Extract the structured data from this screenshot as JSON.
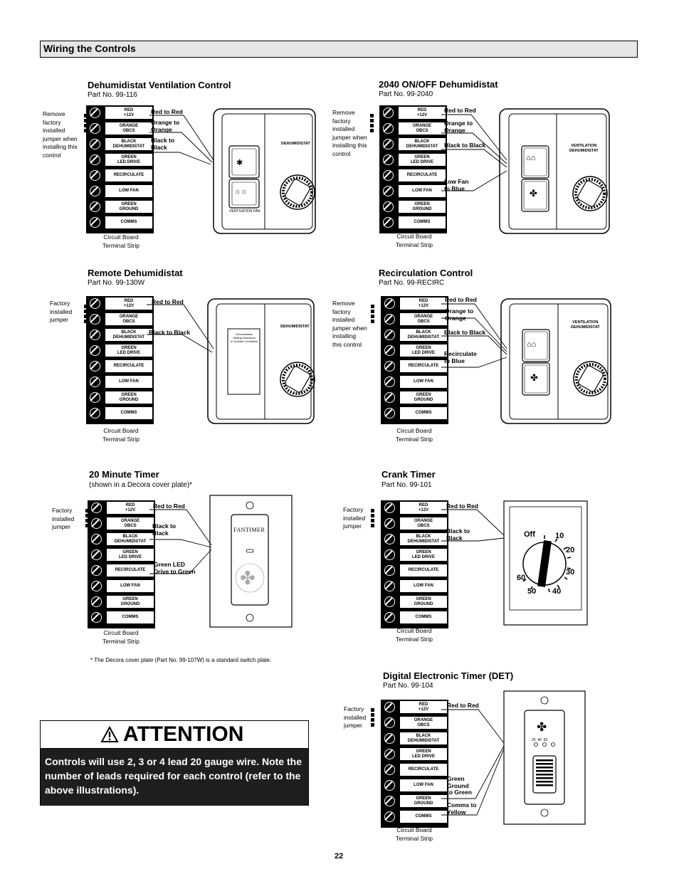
{
  "section": {
    "title": "Wiring the Controls"
  },
  "terminals": [
    "RED\n+12V",
    "ORANGE\nOBCS",
    "BLACK\nDEHUMIDISTAT",
    "GREEN\nLED DRIVE",
    "RECIRCULATE",
    "LOW FAN",
    "GREEN\nGROUND",
    "COMMS"
  ],
  "strip_caption": "Circuit Board\nTerminal Strip",
  "panels": {
    "dvc": {
      "title": "Dehumidistat Ventilation Control",
      "part": "Part No. 99-116",
      "note": "Remove\nfactory\ninstalled\njumper when\ninstalling this\ncontrol",
      "labels": [
        "Red to Red",
        "Orange to\nOrange",
        "Black to\nBlack"
      ],
      "face": "DEHUMIDISTAT",
      "switch_caption": "VENTILATION FAN"
    },
    "onoff": {
      "title": "2040 ON/OFF Dehumidistat",
      "part": "Part No. 99-2040",
      "note": "Remove\nfactory\ninstalled\njumper when\ninstalling this\ncontrol",
      "labels": [
        "Red to Red",
        "Orange to\nOrange",
        "Black to Black",
        "Low Fan\nto Blue"
      ],
      "face": "VENTILATION\nDEHUMIDISTAT"
    },
    "remote": {
      "title": "Remote Dehumidistat",
      "part": "Part No. 99-130W",
      "note": "Factory\ninstalled\njumper",
      "labels": [
        "Red to Red",
        "Black to Black"
      ],
      "face": "DEHUMIDISTAT",
      "card": "Dehumidistat\nSetting Directions\nto Outside Conditions"
    },
    "recirc": {
      "title": "Recirculation Control",
      "part": "Part No. 99-RECIRC",
      "note": "Remove\nfactory\ninstalled\njumper when\ninstalling\nthis control",
      "labels": [
        "Red to Red",
        "Orange to\nOrange",
        "Black to Black",
        "Recirculate\nto Blue"
      ],
      "face": "VENTILATION\nDEHUMIDISTAT"
    },
    "timer20": {
      "title": "20 Minute Timer",
      "part": "(shown in a Decora cover plate)*",
      "note": "Factory\ninstalled\njumper",
      "labels": [
        "Red to Red",
        "Black to\nBlack",
        "Green LED\nDrive to Green"
      ],
      "brand": "FANTIMER"
    },
    "crank": {
      "title": "Crank Timer",
      "part": "Part No. 99-101",
      "note": "Factory\ninstalled\njumper",
      "labels": [
        "Red to Red",
        "Black to\nBlack"
      ],
      "dial": {
        "off": "Off",
        "n10": "10",
        "n20": "20",
        "n30": "30",
        "n40": "40",
        "n50": "50",
        "n60": "60"
      }
    },
    "det": {
      "title": "Digital Electronic Timer (DET)",
      "part": "Part No. 99-104",
      "note": "Factory\ninstalled\njumper",
      "labels": [
        "Red to Red",
        "Green\nGround\nto Green",
        "Comms to\nYellow"
      ],
      "leds": "20  40  60"
    }
  },
  "footnote": "* The Decora cover plate (Part No. 99-107W) is a standard switch plate.",
  "attention": {
    "title": "ATTENTION",
    "body": "Controls will use 2, 3 or 4 lead 20 gauge wire. Note the number of leads required for each control (refer to the above illustrations)."
  },
  "page_number": "22"
}
